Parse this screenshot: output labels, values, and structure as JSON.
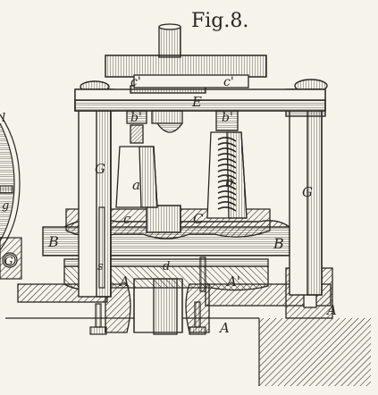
{
  "figure": {
    "title": "Fig.8.",
    "labels": {
      "c_prime_left": "c'",
      "c_prime_right": "c'",
      "E": "E",
      "b_prime_left": "b'",
      "b_prime_right": "b'",
      "G_left": "G",
      "G_right": "G",
      "a": "a",
      "b": "b",
      "c_left": "c",
      "C_right": "C",
      "B_left": "B",
      "B_right": "B",
      "s": "s",
      "d": "d",
      "A_left": "A",
      "A_prime": "A'",
      "A_base": "A",
      "A_right": "A",
      "margin_l": "l",
      "margin_g": "g",
      "margin_circle": "G"
    }
  },
  "colors": {
    "ink": "#2a2622",
    "paper": "#f6f3ea"
  },
  "icons": {
    "hatch": "diagonal-hatch-pattern",
    "spring": "coil-spring-icon"
  }
}
